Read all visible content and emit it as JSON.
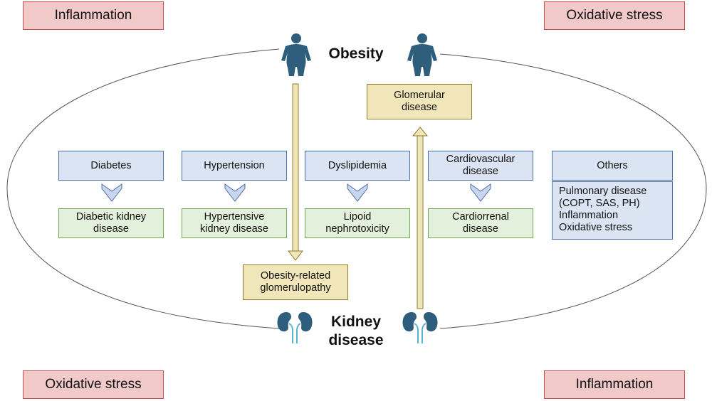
{
  "corners": {
    "top_left": "Inflammation",
    "top_right": "Oxidative stress",
    "bottom_left": "Oxidative stress",
    "bottom_right": "Inflammation"
  },
  "center": {
    "obesity": "Obesity",
    "kidney_line1": "Kidney",
    "kidney_line2": "disease"
  },
  "categories": [
    {
      "label": "Diabetes",
      "outcome_line1": "Diabetic kidney",
      "outcome_line2": "disease"
    },
    {
      "label": "Hypertension",
      "outcome_line1": "Hypertensive",
      "outcome_line2": "kidney disease"
    },
    {
      "label": "Dyslipidemia",
      "outcome_line1": "Lipoid",
      "outcome_line2": "nephrotoxicity"
    },
    {
      "label_line1": "Cardiovascular",
      "label_line2": "disease",
      "outcome_line1": "Cardiorrenal",
      "outcome_line2": "disease"
    }
  ],
  "others": {
    "label": "Others",
    "items": [
      "Pulmonary disease",
      "(COPT, SAS, PH)",
      "Inflammation",
      "Oxidative stress"
    ]
  },
  "glomerular": {
    "line1": "Glomerular",
    "line2": "disease"
  },
  "orgp": {
    "line1": "Obesity-related",
    "line2": "glomerulopathy"
  },
  "colors": {
    "corner_fill": "#f2c9c9",
    "category_fill": "#dbe4f3",
    "outcome_fill": "#e3f0db",
    "highlight_fill": "#f1e6b9",
    "icon_blue": "#2f5d7c"
  },
  "icons": [
    "person-icon",
    "kidney-icon",
    "chevron-down-icon",
    "arrow-down",
    "arrow-up"
  ]
}
